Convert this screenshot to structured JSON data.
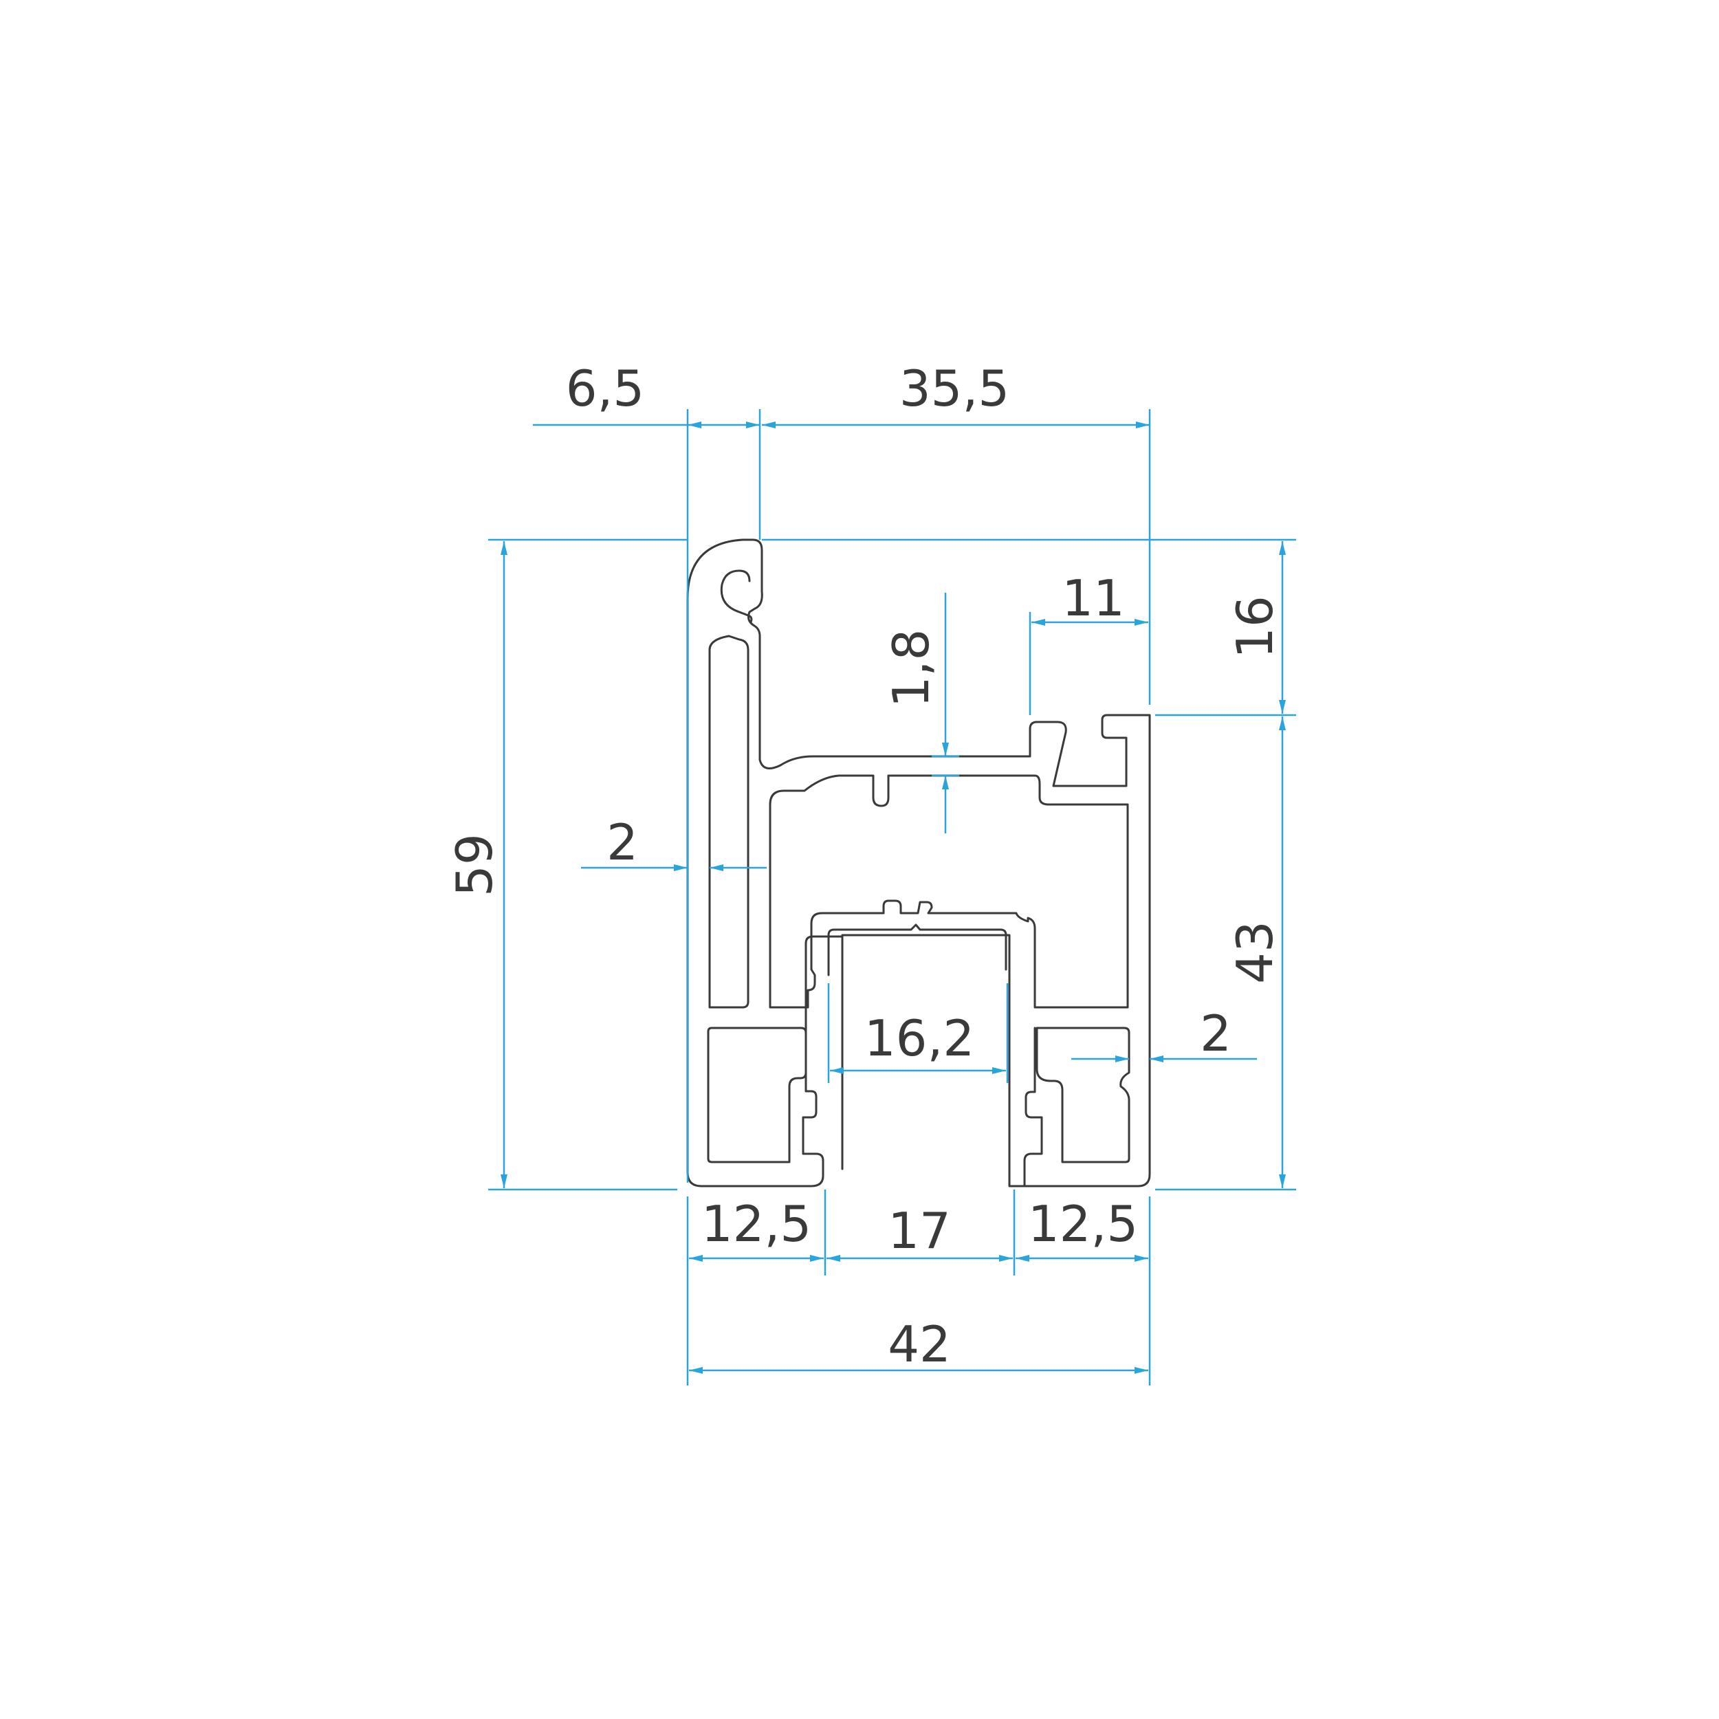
{
  "colors": {
    "outline": "#3a3a3a",
    "dimension": "#2aa4dc",
    "background": "#ffffff"
  },
  "dimensions": {
    "top_left_width": "6,5",
    "top_right_width": "35,5",
    "total_height": "59",
    "upper_height": "16",
    "lower_height": "43",
    "flange_width": "11",
    "web_thickness": "1,8",
    "left_wall": "2",
    "right_wall": "2",
    "channel_width": "16,2",
    "bottom_left": "12,5",
    "bottom_gap": "17",
    "bottom_right": "12,5",
    "total_width": "42"
  }
}
